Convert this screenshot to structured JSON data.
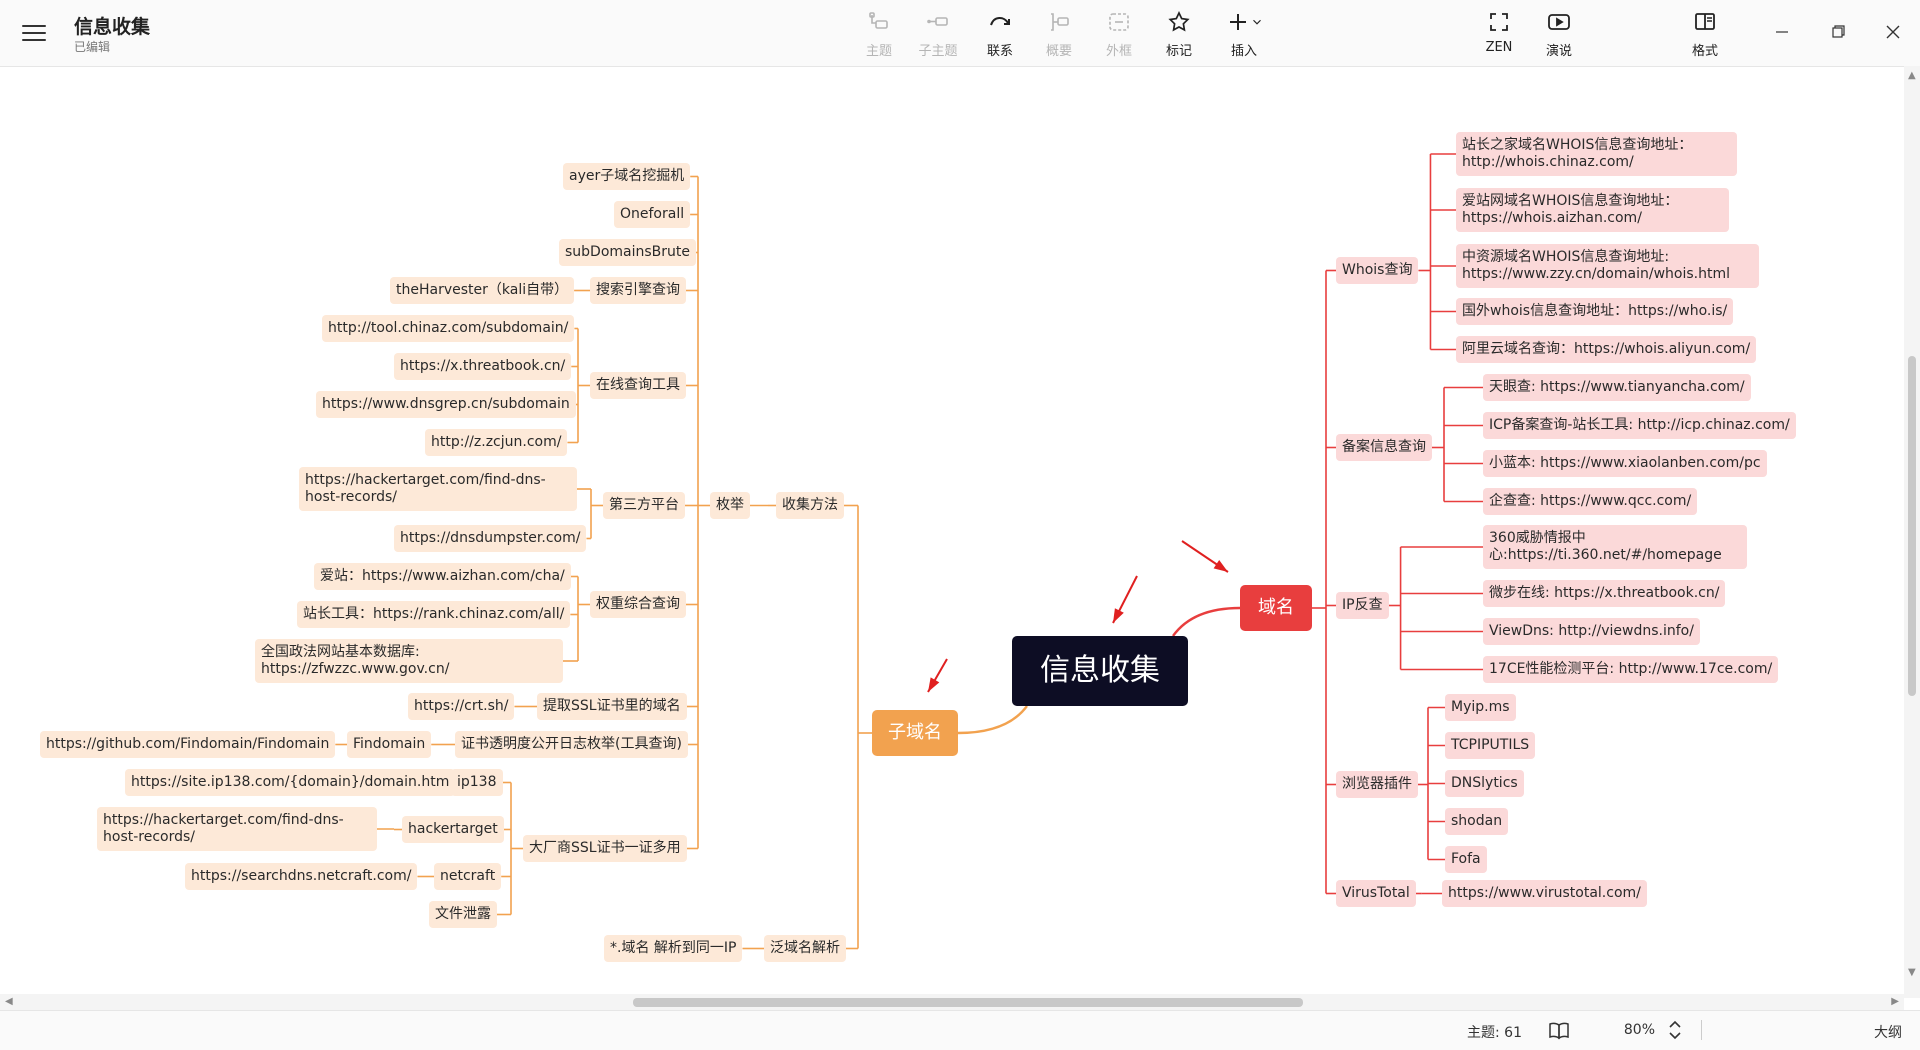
{
  "app": {
    "title": "信息收集",
    "status": "已编辑"
  },
  "toolbar": [
    {
      "key": "topic",
      "label": "主题",
      "icon": "topic-icon",
      "disabled": true
    },
    {
      "key": "subtopic",
      "label": "子主题",
      "icon": "subtopic-icon",
      "disabled": true
    },
    {
      "key": "relationship",
      "label": "联系",
      "icon": "relationship-icon",
      "disabled": false
    },
    {
      "key": "summary",
      "label": "概要",
      "icon": "summary-icon",
      "disabled": true
    },
    {
      "key": "boundary",
      "label": "外框",
      "icon": "boundary-icon",
      "disabled": true
    },
    {
      "key": "marker",
      "label": "标记",
      "icon": "star-icon",
      "disabled": false
    },
    {
      "key": "insert",
      "label": "插入",
      "icon": "plus-icon",
      "disabled": false
    },
    {
      "key": "zen",
      "label": "ZEN",
      "icon": "fullscreen-icon",
      "disabled": false
    },
    {
      "key": "present",
      "label": "演说",
      "icon": "play-icon",
      "disabled": false
    },
    {
      "key": "format",
      "label": "格式",
      "icon": "panel-icon",
      "disabled": false
    }
  ],
  "mindmap": {
    "root": "信息收集",
    "left_main": "子域名",
    "right_main": "域名",
    "left": {
      "collect": "收集方法",
      "enum": "枚举",
      "enum_children": {
        "layer": "ayer子域名挖掘机",
        "oneforall": "Oneforall",
        "subdomainsbrute": "subDomainsBrute",
        "search_engine": "搜索引擎查询",
        "harvester": "theHarvester（kali自带）",
        "online_tools": "在线查询工具",
        "chinaz_sub": "http://tool.chinaz.com/subdomain/",
        "threatbook": "https://x.threatbook.cn/",
        "dnsgrep": "https://www.dnsgrep.cn/subdomain",
        "zcjun": "http://z.zcjun.com/",
        "third_party": "第三方平台",
        "hackertarget1": "https://hackertarget.com/find-dns-host-records/",
        "dnsdumpster": "https://dnsdumpster.com/",
        "weight": "权重综合查询",
        "aizhan": "爱站：https://www.aizhan.com/cha/",
        "chinaz_rank": "站长工具：https://rank.chinaz.com/all/",
        "zfwzzc": "全国政法网站基本数据库: https://zfwzzc.www.gov.cn/",
        "ssl_extract": "提取SSL证书里的域名",
        "crtsh": "https://crt.sh/",
        "ct_log": "证书透明度公开日志枚举(工具查询)",
        "findomain": "Findomain",
        "findomain_url": "https://github.com/Findomain/Findomain",
        "bigcorp": "大厂商SSL证书一证多用",
        "ip138": "ip138",
        "ip138_url": "https://site.ip138.com/{domain}/domain.htm",
        "hackertarget": "hackertarget",
        "hackertarget_url": "https://hackertarget.com/find-dns-host-records/",
        "netcraft": "netcraft",
        "netcraft_url": "https://searchdns.netcraft.com/",
        "leak": "文件泄露"
      },
      "wildcard": "泛域名解析",
      "wildcard_child": "*.域名 解析到同一IP"
    },
    "right": {
      "whois": "Whois查询",
      "whois_chinaz": "站长之家域名WHOIS信息查询地址：http://whois.chinaz.com/",
      "whois_aizhan": "爱站网域名WHOIS信息查询地址：https://whois.aizhan.com/",
      "whois_zzy": "中资源域名WHOIS信息查询地址: https://www.zzy.cn/domain/whois.html",
      "whois_foreign": "国外whois信息查询地址：https://who.is/",
      "whois_aliyun": "阿里云域名查询：https://whois.aliyun.com/",
      "icp": "备案信息查询",
      "tianyancha": "天眼查: https://www.tianyancha.com/",
      "icp_chinaz": "ICP备案查询-站长工具: http://icp.chinaz.com/",
      "xiaolanben": "小蓝本: https://www.xiaolanben.com/pc",
      "qcc": "企查查: https://www.qcc.com/",
      "ipreverse": "IP反查",
      "ti360": "360威胁情报中心:https://ti.360.net/#/homepage",
      "threatbook": "微步在线: https://x.threatbook.cn/",
      "viewdns": "ViewDns: http://viewdns.info/",
      "ce17": "17CE性能检测平台: http://www.17ce.com/",
      "plugins": "浏览器插件",
      "myip": "Myip.ms",
      "tcpiputils": "TCPIPUTILS",
      "dnslytics": "DNSlytics",
      "shodan": "shodan",
      "fofa": "Fofa",
      "virustotal": "VirusTotal",
      "virustotal_url": "https://www.virustotal.com/"
    }
  },
  "statusbar": {
    "topic_count": "主题: 61",
    "zoom": "80%",
    "outline": "大纲"
  },
  "colors": {
    "root": "#0d0d24",
    "left_branch": "#f2a24f",
    "right_branch": "#e83e3e",
    "left_node_bg": "#fde9d8",
    "right_node_bg": "#fbd9d9"
  }
}
